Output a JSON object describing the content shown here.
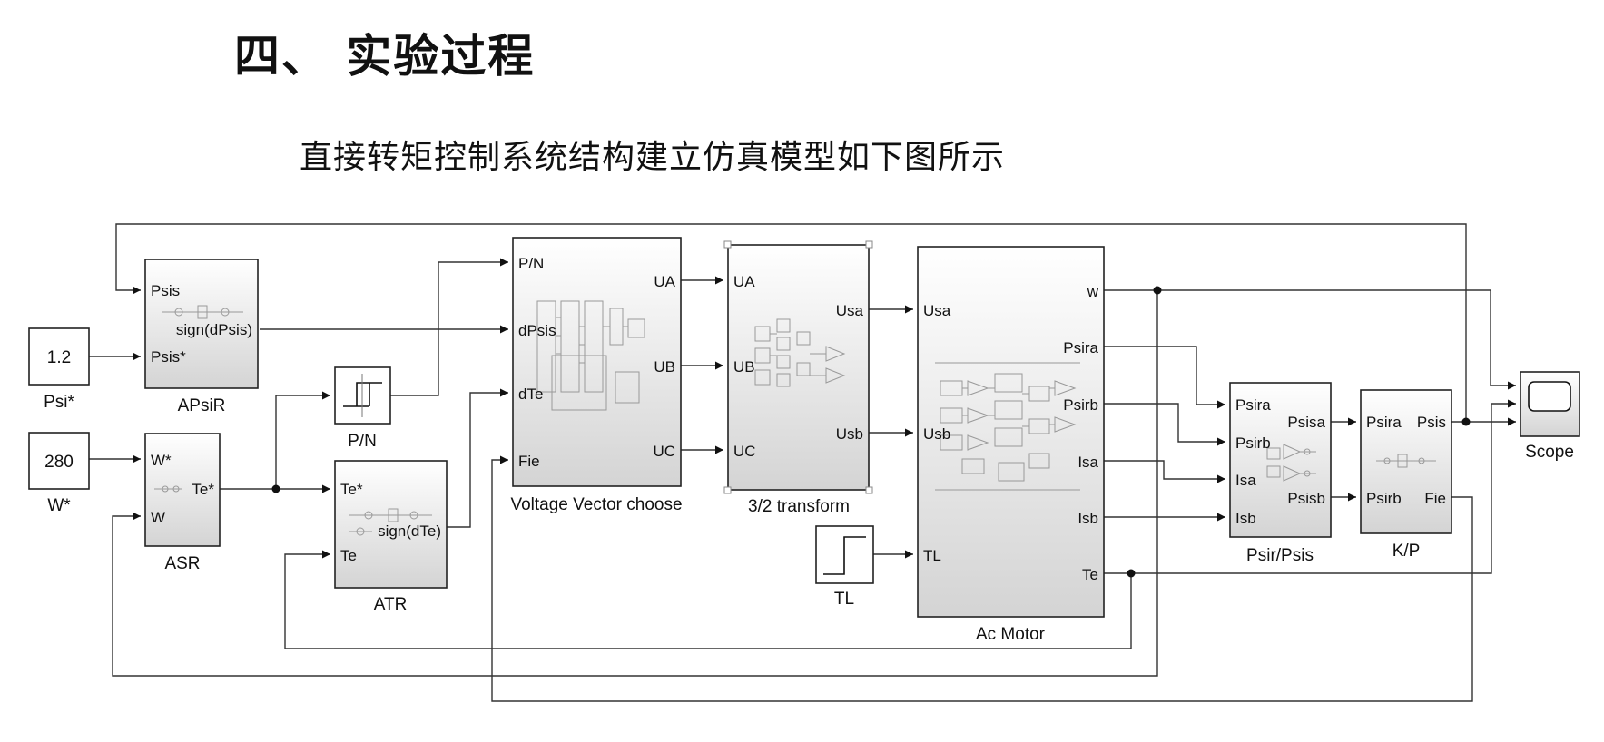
{
  "heading": "四、 实验过程",
  "subtitle": "直接转矩控制系统结构建立仿真模型如下图所示",
  "colors": {
    "block_gradient_top": "#ffffff",
    "block_gradient_bottom": "#d6d6d6",
    "wire": "#333333"
  },
  "blocks": {
    "psi_const": {
      "value": "1.2",
      "name": "Psi*"
    },
    "w_const": {
      "value": "280",
      "name": "W*"
    },
    "apsir": {
      "name": "APsiR",
      "in1": "Psis",
      "in2": "Psis*",
      "out": "sign(dPsis)"
    },
    "asr": {
      "name": "ASR",
      "in1": "W*",
      "in2": "W",
      "out": "Te*"
    },
    "pn": {
      "name": "P/N"
    },
    "atr": {
      "name": "ATR",
      "in1": "Te*",
      "in2": "Te",
      "out": "sign(dTe)"
    },
    "vvc": {
      "name": "Voltage Vector choose",
      "in1": "P/N",
      "in2": "dPsis",
      "in3": "dTe",
      "in4": "Fie",
      "out1": "UA",
      "out2": "UB",
      "out3": "UC"
    },
    "transform": {
      "name": "3/2 transform",
      "in1": "UA",
      "in2": "UB",
      "in3": "UC",
      "out1": "Usa",
      "out2": "Usb"
    },
    "tl": {
      "name": "TL"
    },
    "motor": {
      "name": "Ac Motor",
      "in1": "Usa",
      "in2": "Usb",
      "in3": "TL",
      "out1": "w",
      "out2": "Psira",
      "out3": "Psirb",
      "out4": "Isa",
      "out5": "Isb",
      "out6": "Te"
    },
    "psir": {
      "name": "Psir/Psis",
      "in1": "Psira",
      "in2": "Psirb",
      "in3": "Isa",
      "in4": "Isb",
      "out1": "Psisa",
      "out2": "Psisb"
    },
    "kp": {
      "name": "K/P",
      "in1": "Psira",
      "in2": "Psirb",
      "out1": "Psis",
      "out2": "Fie"
    },
    "scope": {
      "name": "Scope"
    }
  }
}
